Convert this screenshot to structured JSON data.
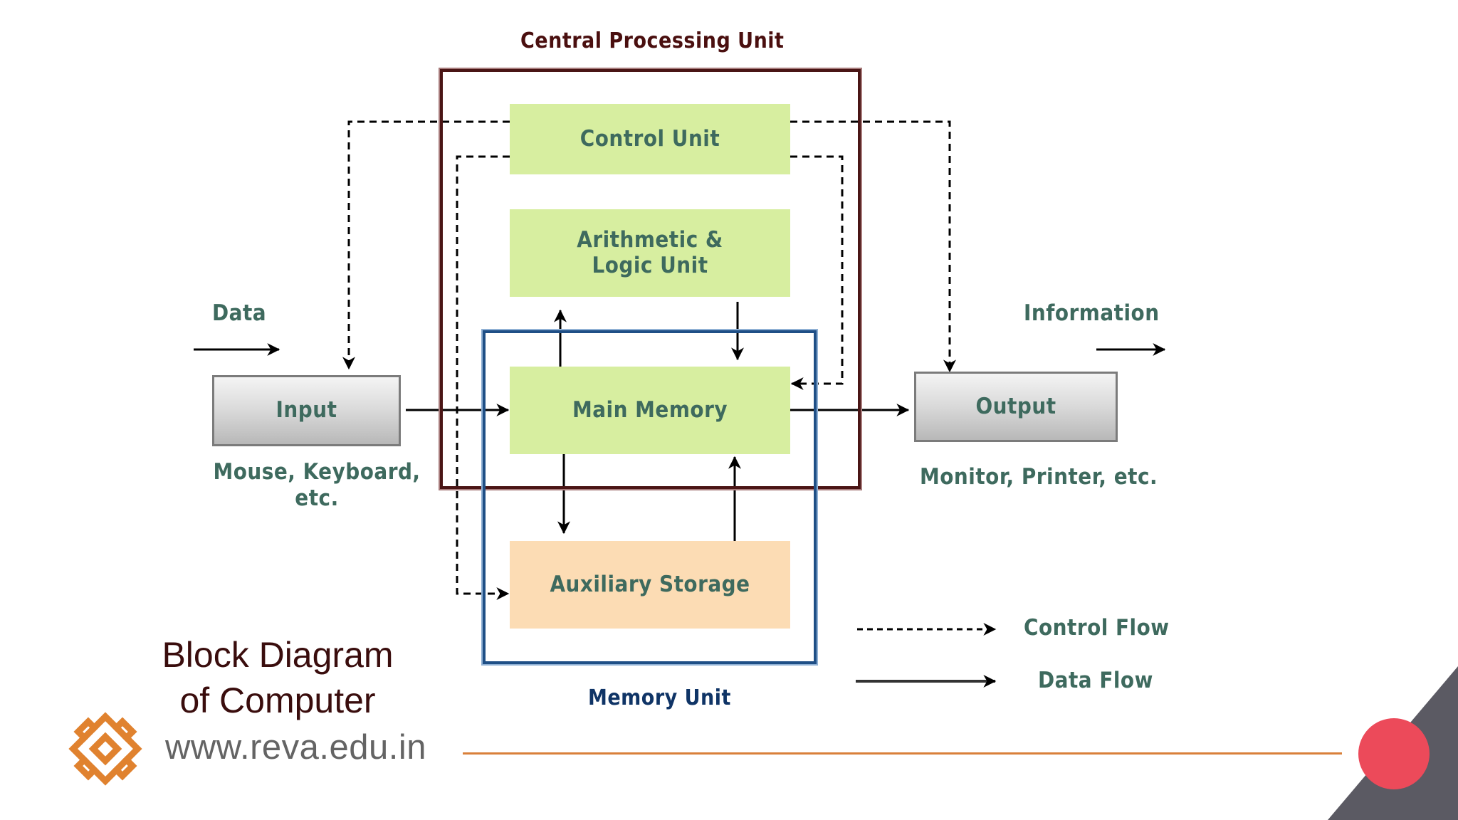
{
  "diagram": {
    "cpu_title": "Central Processing Unit",
    "memory_title": "Memory Unit",
    "blocks": {
      "control_unit": "Control Unit",
      "alu": "Arithmetic & Logic Unit",
      "main_memory": "Main Memory",
      "auxiliary_storage": "Auxiliary Storage",
      "input": "Input",
      "output": "Output"
    },
    "labels": {
      "data_in": "Data",
      "information_out": "Information",
      "input_devices": "Mouse, Keyboard, etc.",
      "output_devices": "Monitor, Printer, etc."
    },
    "legend": {
      "control_flow": "Control Flow",
      "data_flow": "Data Flow"
    },
    "colors": {
      "cpu_border": "#4a1515",
      "memory_border": "#1f4f86",
      "unit_fill": "#d7eea0",
      "storage_fill": "#fcdcb4",
      "label_text": "#3e6a5e"
    }
  },
  "footer": {
    "title": "Block Diagram of Computer",
    "url": "www.reva.edu.in",
    "logo": "reva-knot-logo",
    "accent": "#d9803a",
    "dot_color": "#ec4a5a"
  }
}
